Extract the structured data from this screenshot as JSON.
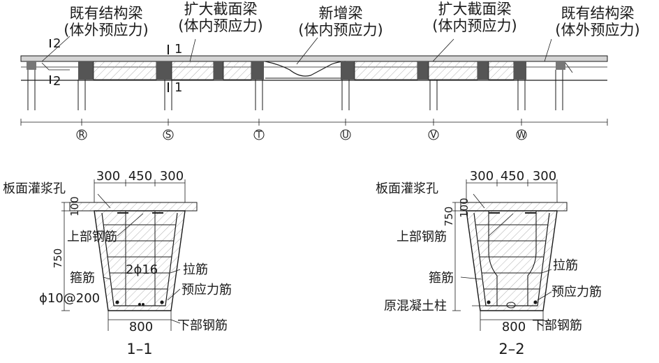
{
  "elevation": {
    "labels": {
      "left_existing": [
        "既有结构梁",
        "(体外预应力)"
      ],
      "left_enlarged": [
        "扩大截面梁",
        "(体内预应力)"
      ],
      "new_beam": [
        "新增梁",
        "(体内预应力)"
      ],
      "right_enlarged": [
        "扩大截面梁",
        "(体内预应力)"
      ],
      "right_existing": [
        "既有结构梁",
        "(体外预应力)"
      ]
    },
    "cut_marks": {
      "sec1_top": "1",
      "sec1_bottom": "1",
      "sec2_top": "2",
      "sec2_bottom": "2"
    },
    "axes": [
      "R",
      "S",
      "T",
      "U",
      "V",
      "W"
    ]
  },
  "section_1": {
    "dims_top": [
      "300",
      "450",
      "300"
    ],
    "dim_slab": "100",
    "dim_height": "750",
    "dim_bottom": "800",
    "labels": {
      "grout_hole": "板面灌浆孔",
      "top_rebar": "上部钢筋",
      "two_phi16": "2ϕ16",
      "tie_bar": "拉筋",
      "stirrup": "箍筋",
      "stirrup_spec": "ϕ10@200",
      "prestress_tendon": "预应力筋",
      "bottom_rebar": "下部钢筋"
    },
    "caption": "1–1"
  },
  "section_2": {
    "dims_top": [
      "300",
      "450",
      "300"
    ],
    "dim_slab": "100",
    "dim_height": "750",
    "dim_bottom": "800",
    "labels": {
      "grout_hole": "板面灌浆孔",
      "top_rebar": "上部钢筋",
      "tie_bar": "拉筋",
      "stirrup": "箍筋",
      "prestress_tendon": "预应力筋",
      "original_column": "原混凝土柱",
      "bottom_rebar": "下部钢筋"
    },
    "caption": "2–2"
  }
}
